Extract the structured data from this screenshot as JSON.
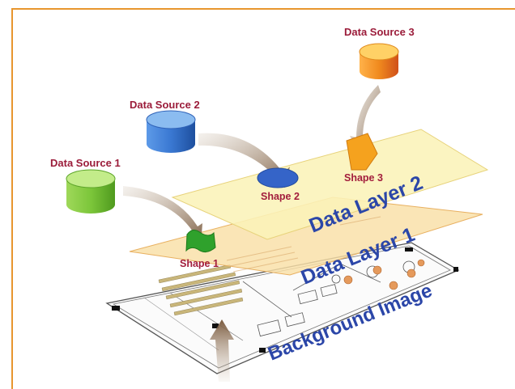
{
  "sources": [
    {
      "label": "Data Source 1",
      "color": "#7cc63a"
    },
    {
      "label": "Data Source 2",
      "color": "#3a78d2"
    },
    {
      "label": "Data Source 3",
      "color": "#f08a1e"
    }
  ],
  "shapes": [
    {
      "label": "Shape 1",
      "color": "#2fa12c"
    },
    {
      "label": "Shape 2",
      "color": "#3564c8"
    },
    {
      "label": "Shape 3",
      "color": "#f5a21e"
    }
  ],
  "layers": {
    "data_layer_2": "Data Layer 2",
    "data_layer_1": "Data Layer 1",
    "background": "Background Image"
  },
  "colors": {
    "frame": "#e8962e",
    "layer2_fill": "#fbf3b8",
    "layer1_fill": "#f9dfa6",
    "label_text": "#2b46a8",
    "arrow": "#8a6a4c"
  }
}
